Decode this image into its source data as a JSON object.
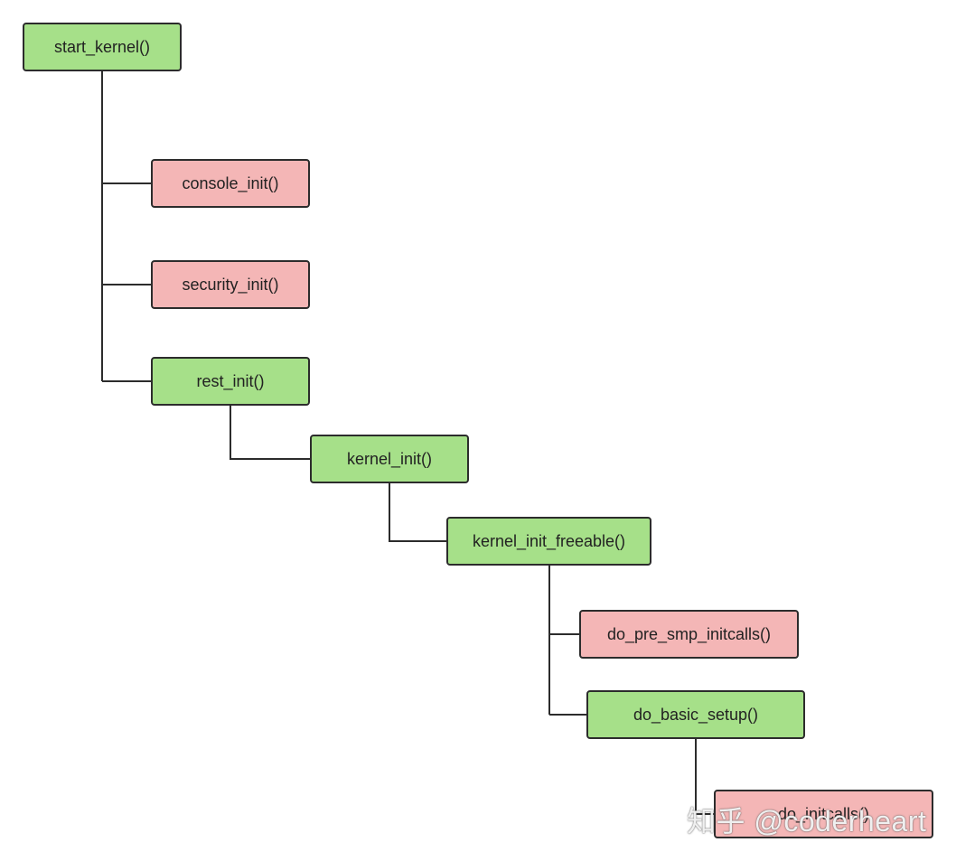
{
  "diagram": {
    "nodes": {
      "start_kernel": "start_kernel()",
      "console_init": "console_init()",
      "security_init": "security_init()",
      "rest_init": "rest_init()",
      "kernel_init": "kernel_init()",
      "kernel_init_freeable": "kernel_init_freeable()",
      "do_pre_smp_initcalls": "do_pre_smp_initcalls()",
      "do_basic_setup": "do_basic_setup()",
      "do_initcalls": "do_initcalls()"
    },
    "colors": {
      "green_node": "#a6e089",
      "pink_node": "#f4b6b6",
      "border": "#2c2c2c",
      "connector": "#2c2c2c"
    }
  },
  "watermark": "知乎 @coderheart"
}
